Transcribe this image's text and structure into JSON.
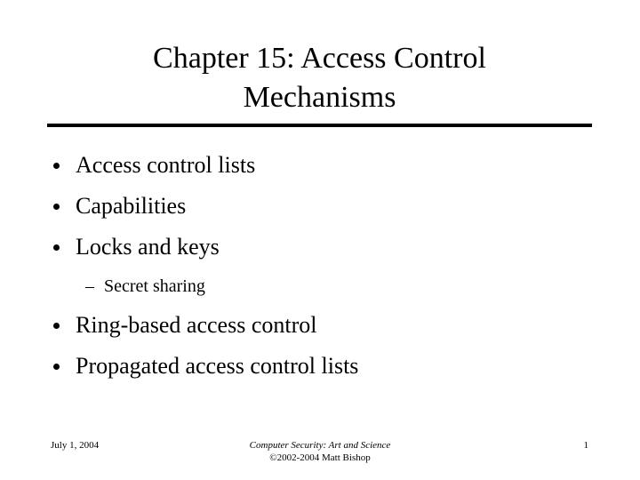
{
  "slide": {
    "background_color": "#ffffff",
    "text_color": "#000000",
    "title": {
      "line1": "Chapter 15: Access Control",
      "line2": "Mechanisms"
    },
    "divider": {
      "color": "#000000"
    },
    "bullets": [
      {
        "marker": "•",
        "text": "Access control lists",
        "level": 1
      },
      {
        "marker": "•",
        "text": "Capabilities",
        "level": 1
      },
      {
        "marker": "•",
        "text": "Locks and keys",
        "level": 1
      },
      {
        "marker": "–",
        "text": "Secret sharing",
        "level": 2
      },
      {
        "marker": "•",
        "text": "Ring-based access control",
        "level": 1
      },
      {
        "marker": "•",
        "text": "Propagated access control lists",
        "level": 1
      }
    ],
    "footer": {
      "date": "July 1, 2004",
      "book_title": "Computer Security: Art and Science",
      "copyright": "©2002-2004 Matt Bishop",
      "page_number": "1"
    }
  }
}
